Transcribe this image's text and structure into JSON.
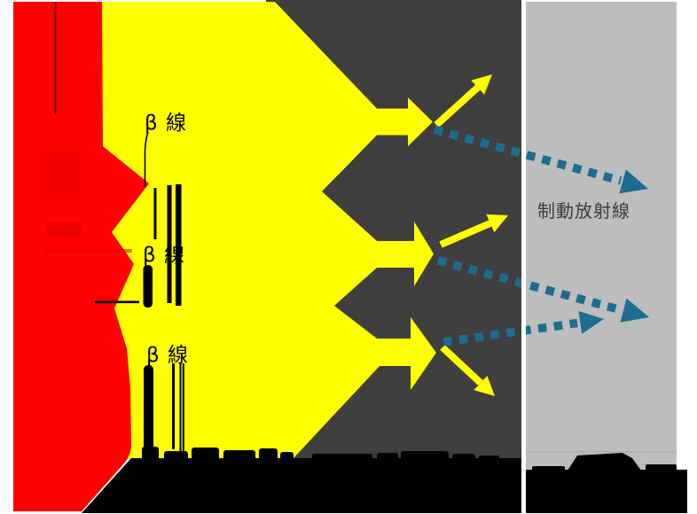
{
  "figure": {
    "labels": {
      "beta_1": "β 線",
      "beta_2": "β 線",
      "beta_3": "β 線",
      "bremsstrahlung": "制動放射線"
    },
    "colors": {
      "background": "#FFFFFF",
      "source_red": "#FF0000",
      "beam_yellow": "#FFFF00",
      "absorber_dark_gray": "#3F3F3F",
      "shield_light_gray": "#BDBDBD",
      "shield_edge_gray": "#B3B3B3",
      "photon_blue": "#1E6C8E",
      "caption_gray": "#3B3B3B",
      "ink_black": "#000000"
    }
  }
}
